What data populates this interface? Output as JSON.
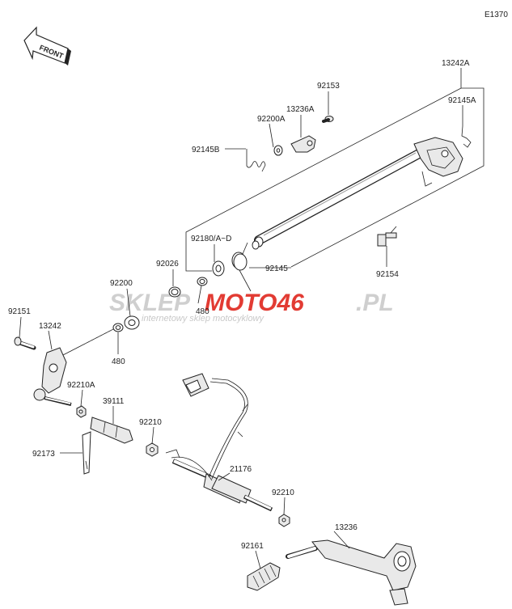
{
  "figure_code": "E1370",
  "front_label": "FRONT",
  "watermark": {
    "brand_left": "SKLEP",
    "brand_mid": "MOTO46",
    "brand_right": ".PL",
    "tagline": "internetowy sklep motocyklowy"
  },
  "colors": {
    "watermark_gray": "#cfcfcf",
    "watermark_red": "#e23b33"
  },
  "labels": {
    "p13242A": "13242A",
    "p92153": "92153",
    "p13236A": "13236A",
    "p92200A": "92200A",
    "p92145A": "92145A",
    "p92145B": "92145B",
    "p92180": "92180/A~D",
    "p92026": "92026",
    "p92145": "92145",
    "p92154": "92154",
    "p92200": "92200",
    "p480a": "480",
    "p480b": "480",
    "p92151": "92151",
    "p13242": "13242",
    "p92210A": "92210A",
    "p39111": "39111",
    "p92210a": "92210",
    "p92173": "92173",
    "p21176": "21176",
    "p92210b": "92210",
    "p13236": "13236",
    "p92161": "92161"
  }
}
